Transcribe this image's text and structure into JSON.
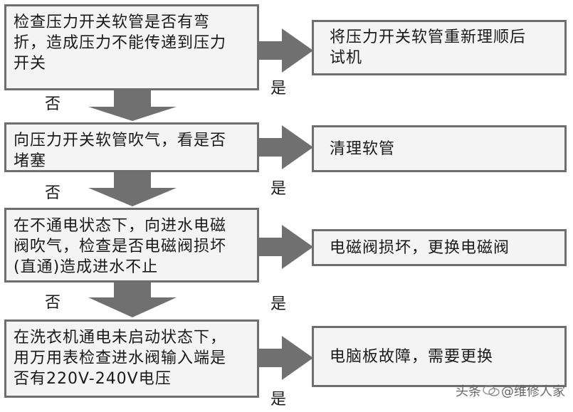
{
  "steps": [
    {
      "check": "检查压力开关软管是否有弯\n折，造成压力不能传递到压力\n开关",
      "result": "将压力开关软管重新理顺后\n试机"
    },
    {
      "check": "向压力开关软管吹气，看是否\n堵塞",
      "result": "清理软管"
    },
    {
      "check": "在不通电状态下，向进水电磁\n阀吹气，检查是否电磁阀损坏\n(直通)造成进水不止",
      "result": "电磁阀损坏，更换电磁阀"
    },
    {
      "check": "在洗衣机通电未启动状态下，\n用万用表检查进水阀输入端是\n否有220V-240V电压",
      "result": "电脑板故障，需要更换"
    }
  ],
  "yes_label": "是",
  "no_label": "否",
  "watermark": {
    "prefix": "头条",
    "handle": "@维修人家"
  },
  "colors": {
    "box_fill": "#f4f4f4",
    "box_border": "#6e6e6e",
    "arrow_fill": "#707070"
  }
}
